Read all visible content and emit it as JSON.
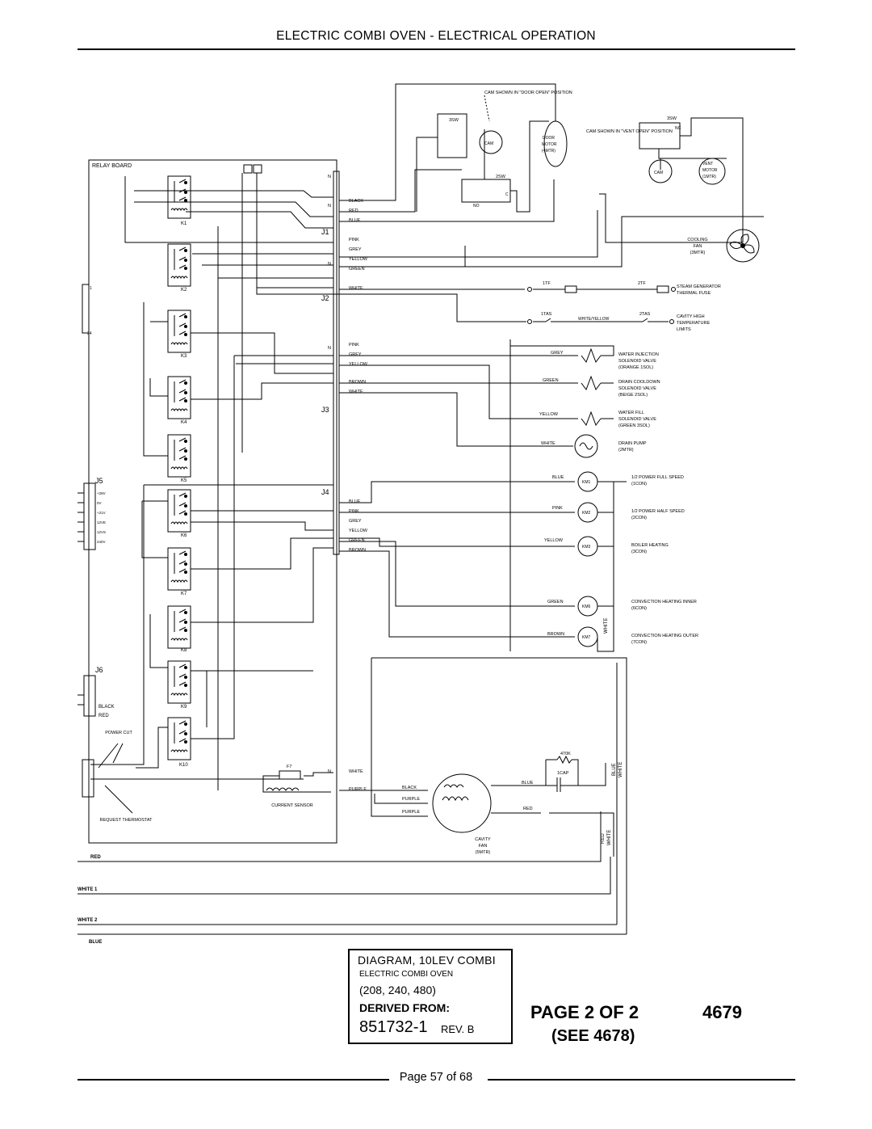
{
  "header": {
    "title": "ELECTRIC COMBI OVEN - ELECTRICAL OPERATION"
  },
  "relay_board": {
    "title": "RELAY BOARD",
    "relays": [
      "K1",
      "K2",
      "K3",
      "K4",
      "K5",
      "K6",
      "K7",
      "K8",
      "K9",
      "K10"
    ],
    "connectors": {
      "J1": {
        "label": "J1",
        "pins": [
          "BLACK",
          "RED",
          "BLUE"
        ]
      },
      "J2": {
        "label": "J2",
        "pins": [
          "PINK",
          "GREY",
          "YELLOW",
          "GREEN",
          "WHITE"
        ]
      },
      "J3": {
        "label": "J3",
        "pins": [
          "PINK",
          "GREY",
          "YELLOW",
          "BROWN",
          "WHITE"
        ]
      },
      "J4": {
        "label": "J4",
        "pins": [
          "BLUE",
          "PINK",
          "GREY",
          "YELLOW",
          "GREEN",
          "BROWN"
        ]
      },
      "J5": {
        "label": "J5",
        "pins": [
          "+28V",
          "0V",
          "+21V",
          "12VE",
          "12VS",
          "240V"
        ]
      },
      "J6": {
        "label": "J6",
        "pins": [
          "BLACK",
          "RED"
        ]
      }
    },
    "pin_marks": [
      "N",
      "1",
      "34"
    ],
    "notes": {
      "power_cut": "POWER CUT",
      "request_thermostat": "REQUEST THERMOSTAT",
      "f7": "F7",
      "current_sensor": "CURRENT SENSOR",
      "white": "WHITE",
      "purple": "PURPLE"
    }
  },
  "door_area": {
    "cam_note_door": "CAM SHOWN IN \"DOOR OPEN\" POSITION",
    "sw3": "3SW",
    "sw2": "2SW",
    "cam": "CAM",
    "no": "NO",
    "nc": "NC",
    "c": "C",
    "door_motor": [
      "DOOR",
      "MOTOR",
      "(4MTR)"
    ],
    "cam_note_vent": "CAM SHOWN IN \"VENT OPEN\" POSITION",
    "vent_motor": [
      "VENT",
      "MOTOR",
      "(1MTR)"
    ]
  },
  "components": {
    "cooling_fan": [
      "COOLING",
      "FAN",
      "(3MTR)"
    ],
    "fuses": {
      "tf1": "1TF",
      "tf2": "2TF",
      "label": [
        "STEAM GENERATOR",
        "THERMAL FUSE"
      ]
    },
    "limits": {
      "tas1": "1TAS",
      "tas2": "2TAS",
      "wire": "WHITE/YELLOW",
      "label": [
        "CAVITY HIGH",
        "TEMPERATURE",
        "LIMITS"
      ]
    },
    "solenoids": [
      {
        "wire": "GREY",
        "label": [
          "WATER INJECTION",
          "SOLENOID VALVE",
          "(ORANGE 1SOL)"
        ]
      },
      {
        "wire": "GREEN",
        "label": [
          "DRAIN COOLDOWN",
          "SOLENOID VALVE",
          "(BEIGE 2SOL)"
        ]
      },
      {
        "wire": "YELLOW",
        "label": [
          "WATER FILL",
          "SOLENOID VALVE",
          "(GREEN 3SOL)"
        ]
      }
    ],
    "drain_pump": {
      "wire": "WHITE",
      "label": [
        "DRAIN PUMP",
        "(2MTR)"
      ]
    },
    "contactors": [
      {
        "wire": "BLUE",
        "coil": "KM1",
        "label": [
          "1/2 POWER FULL SPEED",
          "(1CON)"
        ]
      },
      {
        "wire": "PINK",
        "coil": "KM2",
        "label": [
          "1/2 POWER HALF SPEED",
          "(2CON)"
        ]
      },
      {
        "wire": "YELLOW",
        "coil": "KM3",
        "label": [
          "BOILER HEATING",
          "(3CON)"
        ]
      },
      {
        "wire": "GREEN",
        "coil": "KM6",
        "label": [
          "CONVECTION HEATING INNER",
          "(6CON)"
        ]
      },
      {
        "wire": "BROWN",
        "coil": "KM7",
        "label": [
          "CONVECTION HEATING OUTER",
          "(7CON)"
        ]
      }
    ],
    "vertical_white": "WHITE",
    "cavity_fan": {
      "label": [
        "CAVITY",
        "FAN",
        "(5MTR)"
      ],
      "wires": [
        "BLACK",
        "PURPLE",
        "PURPLE"
      ],
      "resistor": "470K",
      "cap": "1CAP",
      "blue": "BLUE",
      "red": "RED",
      "vertical_1": [
        "BLUE",
        "WHITE"
      ],
      "vertical_2": [
        "RED",
        "WHITE"
      ]
    }
  },
  "buses": [
    "RED",
    "WHITE 1",
    "WHITE 2",
    "BLUE"
  ],
  "title_block": {
    "title": "DIAGRAM, 10LEV COMBI",
    "subtitle": "ELECTRIC COMBI OVEN",
    "voltages": "(208, 240, 480)",
    "derived_from": "DERIVED FROM:",
    "number": "851732-1",
    "revision": "REV. B"
  },
  "page_of": "PAGE 2 OF 2",
  "drawing_number": "4679",
  "see_ref": "(SEE 4678)",
  "footer": {
    "page_text": "Page 57 of  68"
  }
}
